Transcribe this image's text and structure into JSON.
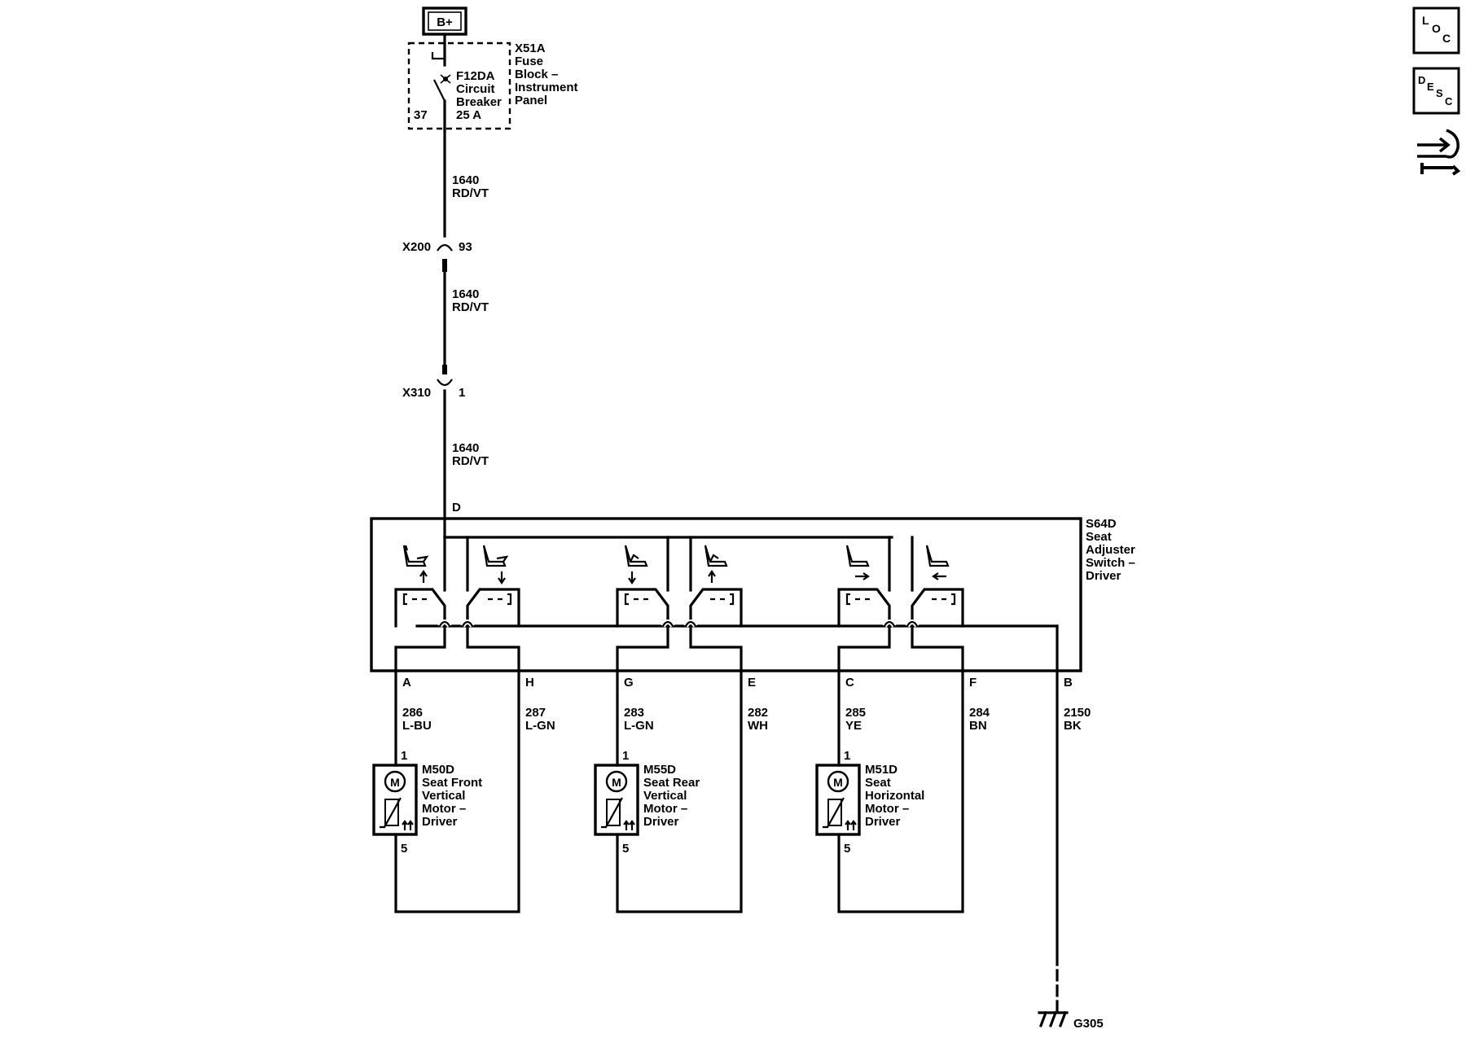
{
  "power": {
    "label": "B+"
  },
  "fuse_block": {
    "id": "X51A",
    "desc": [
      "Fuse",
      "Block –",
      "Instrument",
      "Panel"
    ],
    "breaker": [
      "F12DA",
      "Circuit",
      "Breaker",
      "25 A"
    ],
    "pin": "37"
  },
  "connectors": [
    {
      "id": "X200",
      "pin": "93"
    },
    {
      "id": "X310",
      "pin": "1"
    }
  ],
  "main_wires": [
    {
      "circuit": "1640",
      "color": "RD/VT"
    },
    {
      "circuit": "1640",
      "color": "RD/VT"
    },
    {
      "circuit": "1640",
      "color": "RD/VT"
    }
  ],
  "switch": {
    "id": "S64D",
    "desc": [
      "Seat",
      "Adjuster",
      "Switch –",
      "Driver"
    ],
    "input_pin": "D"
  },
  "output_pins": [
    {
      "pin": "A",
      "circuit": "286",
      "color": "L-BU"
    },
    {
      "pin": "H",
      "circuit": "287",
      "color": "L-GN"
    },
    {
      "pin": "G",
      "circuit": "283",
      "color": "L-GN"
    },
    {
      "pin": "E",
      "circuit": "282",
      "color": "WH"
    },
    {
      "pin": "C",
      "circuit": "285",
      "color": "YE"
    },
    {
      "pin": "F",
      "circuit": "284",
      "color": "BN"
    },
    {
      "pin": "B",
      "circuit": "2150",
      "color": "BK"
    }
  ],
  "motors": [
    {
      "id": "M50D",
      "desc": [
        "Seat Front",
        "Vertical",
        "Motor –",
        "Driver"
      ],
      "pin_top": "1",
      "pin_bottom": "5",
      "symbol": "M"
    },
    {
      "id": "M55D",
      "desc": [
        "Seat Rear",
        "Vertical",
        "Motor –",
        "Driver"
      ],
      "pin_top": "1",
      "pin_bottom": "5",
      "symbol": "M"
    },
    {
      "id": "M51D",
      "desc": [
        "Seat",
        "Horizontal",
        "Motor –",
        "Driver"
      ],
      "pin_top": "1",
      "pin_bottom": "5",
      "symbol": "M"
    }
  ],
  "ground": {
    "id": "G305"
  },
  "side_icons": [
    {
      "name": "loc-icon",
      "letters": [
        "L",
        "O",
        "C"
      ]
    },
    {
      "name": "desc-icon",
      "letters": [
        "D",
        "E",
        "S",
        "C"
      ]
    },
    {
      "name": "connector-repair-icon"
    }
  ]
}
